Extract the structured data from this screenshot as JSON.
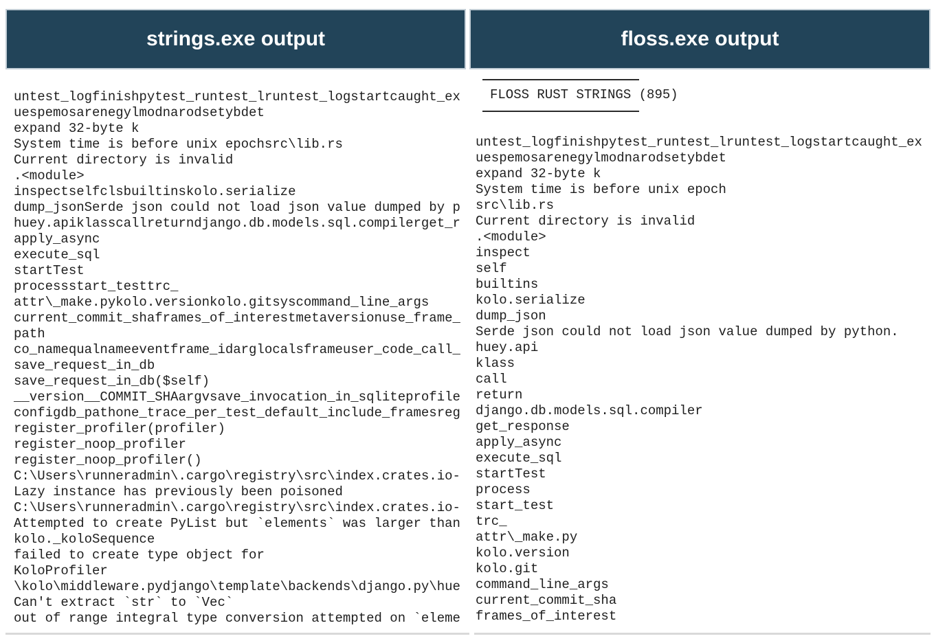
{
  "colors": {
    "header_bg": "#224459",
    "header_text": "#ffffff",
    "body_text": "#1e1e1e",
    "bottom_rule": "#d9d9d9"
  },
  "left_panel": {
    "title": "strings.exe output",
    "lines": [
      "untest_logfinishpytest_runtest_lruntest_logstartcaught_ex",
      "uespemosarenegylmodnarodsetybdet",
      "expand 32-byte k",
      "System time is before unix epochsrc\\lib.rs",
      "Current directory is invalid",
      ".<module>",
      "inspectselfclsbuiltinskolo.serialize",
      "dump_jsonSerde json could not load json value dumped by p",
      "huey.apiklasscallreturndjango.db.models.sql.compilerget_r",
      "apply_async",
      "execute_sql",
      "startTest",
      "processstart_testtrc_",
      "attr\\_make.pykolo.versionkolo.gitsyscommand_line_args",
      "current_commit_shaframes_of_interestmetaversionuse_frame_",
      "path",
      "co_namequalnameeventframe_idarglocalsframeuser_code_call_",
      "save_request_in_db",
      "save_request_in_db($self)",
      "__version__COMMIT_SHAargvsave_invocation_in_sqliteprofile",
      "configdb_pathone_trace_per_test_default_include_framesreg",
      "register_profiler(profiler)",
      "register_noop_profiler",
      "register_noop_profiler()",
      "C:\\Users\\runneradmin\\.cargo\\registry\\src\\index.crates.io-",
      "Lazy instance has previously been poisoned",
      "C:\\Users\\runneradmin\\.cargo\\registry\\src\\index.crates.io-",
      "Attempted to create PyList but `elements` was larger than",
      "kolo._koloSequence",
      "failed to create type object for",
      "KoloProfiler",
      "\\kolo\\middleware.pydjango\\template\\backends\\django.py\\hue",
      "Can't extract `str` to `Vec`",
      "out of range integral type conversion attempted on `eleme"
    ]
  },
  "right_panel": {
    "title": "floss.exe output",
    "report_title": "FLOSS RUST STRINGS (895)",
    "lines": [
      "untest_logfinishpytest_runtest_lruntest_logstartcaught_ex",
      "uespemosarenegylmodnarodsetybdet",
      "expand 32-byte k",
      "System time is before unix epoch",
      "src\\lib.rs",
      "Current directory is invalid",
      ".<module>",
      "inspect",
      "self",
      "builtins",
      "kolo.serialize",
      "dump_json",
      "Serde json could not load json value dumped by python.",
      "huey.api",
      "klass",
      "call",
      "return",
      "django.db.models.sql.compiler",
      "get_response",
      "apply_async",
      "execute_sql",
      "startTest",
      "process",
      "start_test",
      "trc_",
      "attr\\_make.py",
      "kolo.version",
      "kolo.git",
      "command_line_args",
      "current_commit_sha",
      "frames_of_interest"
    ]
  }
}
